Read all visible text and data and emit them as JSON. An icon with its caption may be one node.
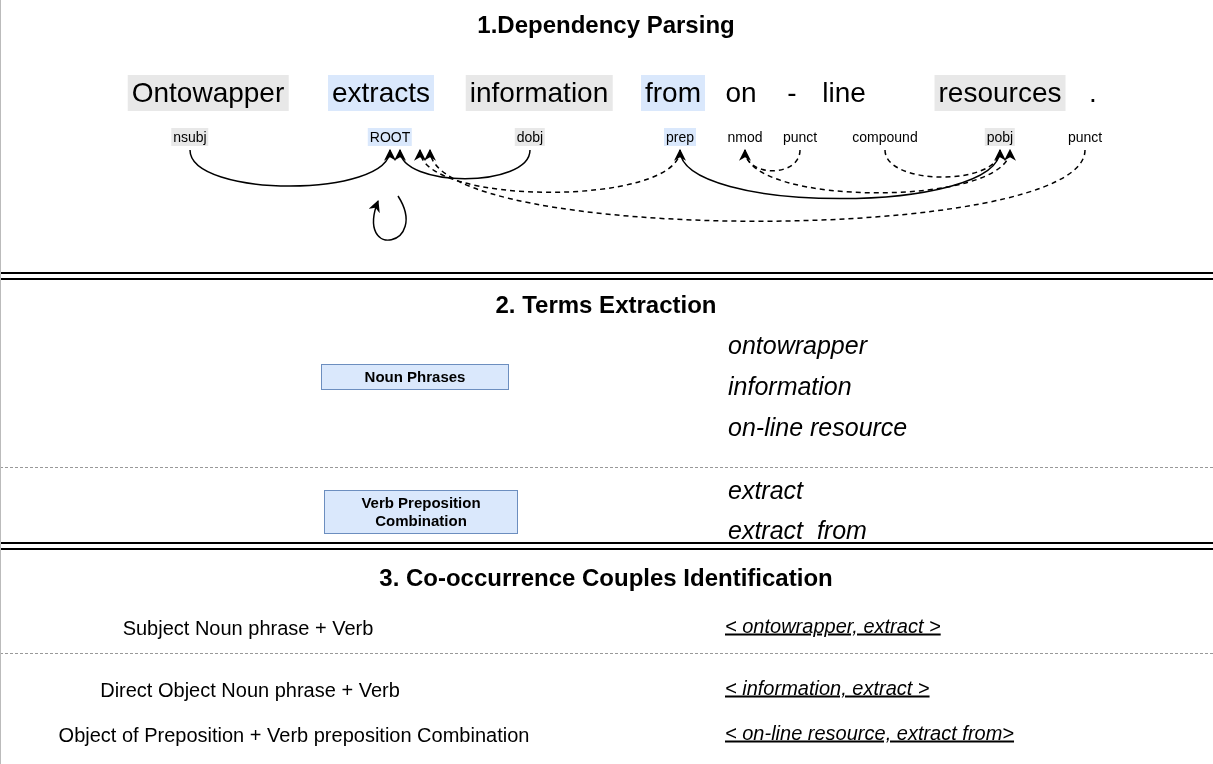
{
  "diagram": {
    "nodes": [
      {
        "text": [
          "Ontowapper"
        ]
      },
      {
        "text": [
          "extracts"
        ]
      },
      {
        "text": [
          "information"
        ]
      },
      {
        "text": [
          "from"
        ]
      },
      {
        "text": [
          "resources"
        ]
      },
      {
        "text": [
          "nsubj"
        ]
      },
      {
        "text": [
          "ROOT"
        ]
      },
      {
        "text": [
          "dobj"
        ]
      },
      {
        "text": [
          "prep"
        ]
      },
      {
        "text": [
          "nmod"
        ]
      },
      {
        "text": [
          "punct"
        ]
      },
      {
        "text": [
          "compound"
        ]
      },
      {
        "text": [
          "pobj"
        ]
      },
      {
        "text": [
          "punct"
        ]
      },
      {
        "text": [
          "Noun Phrases"
        ]
      },
      {
        "text": [
          "Verb Preposition Combination"
        ]
      }
    ],
    "edges": [
      {
        "from": 5,
        "to": 6,
        "arrow": "to"
      },
      {
        "from": 7,
        "to": 6,
        "arrow": "to"
      },
      {
        "from": 6,
        "to": 6,
        "arrow": "to"
      },
      {
        "from": 8,
        "to": 6,
        "arrow": "to",
        "style": "dashed"
      },
      {
        "from": 12,
        "to": 8,
        "arrow": "to"
      },
      {
        "from": 13,
        "to": 6,
        "arrow": "to",
        "style": "dashed"
      },
      {
        "from": 10,
        "to": 9,
        "arrow": "to",
        "style": "dashed"
      },
      {
        "from": 11,
        "to": 12,
        "arrow": "to",
        "style": "dashed"
      },
      {
        "from": 9,
        "to": 12,
        "arrow": "to",
        "style": "dashed"
      }
    ],
    "labels": [
      "1.Dependency Parsing",
      "on",
      "-",
      "line",
      ".",
      "2. Terms Extraction",
      "ontowrapper",
      "information",
      "on-line resource",
      "extract",
      "extract  from",
      "3. Co-occurrence Couples Identification",
      "Subject Noun phrase + Verb",
      "< ontowrapper, extract >",
      "Direct Object Noun phrase + Verb",
      "< information, extract >",
      "Object of Preposition + Verb preposition Combination",
      "< on-line resource, extract from>"
    ]
  }
}
